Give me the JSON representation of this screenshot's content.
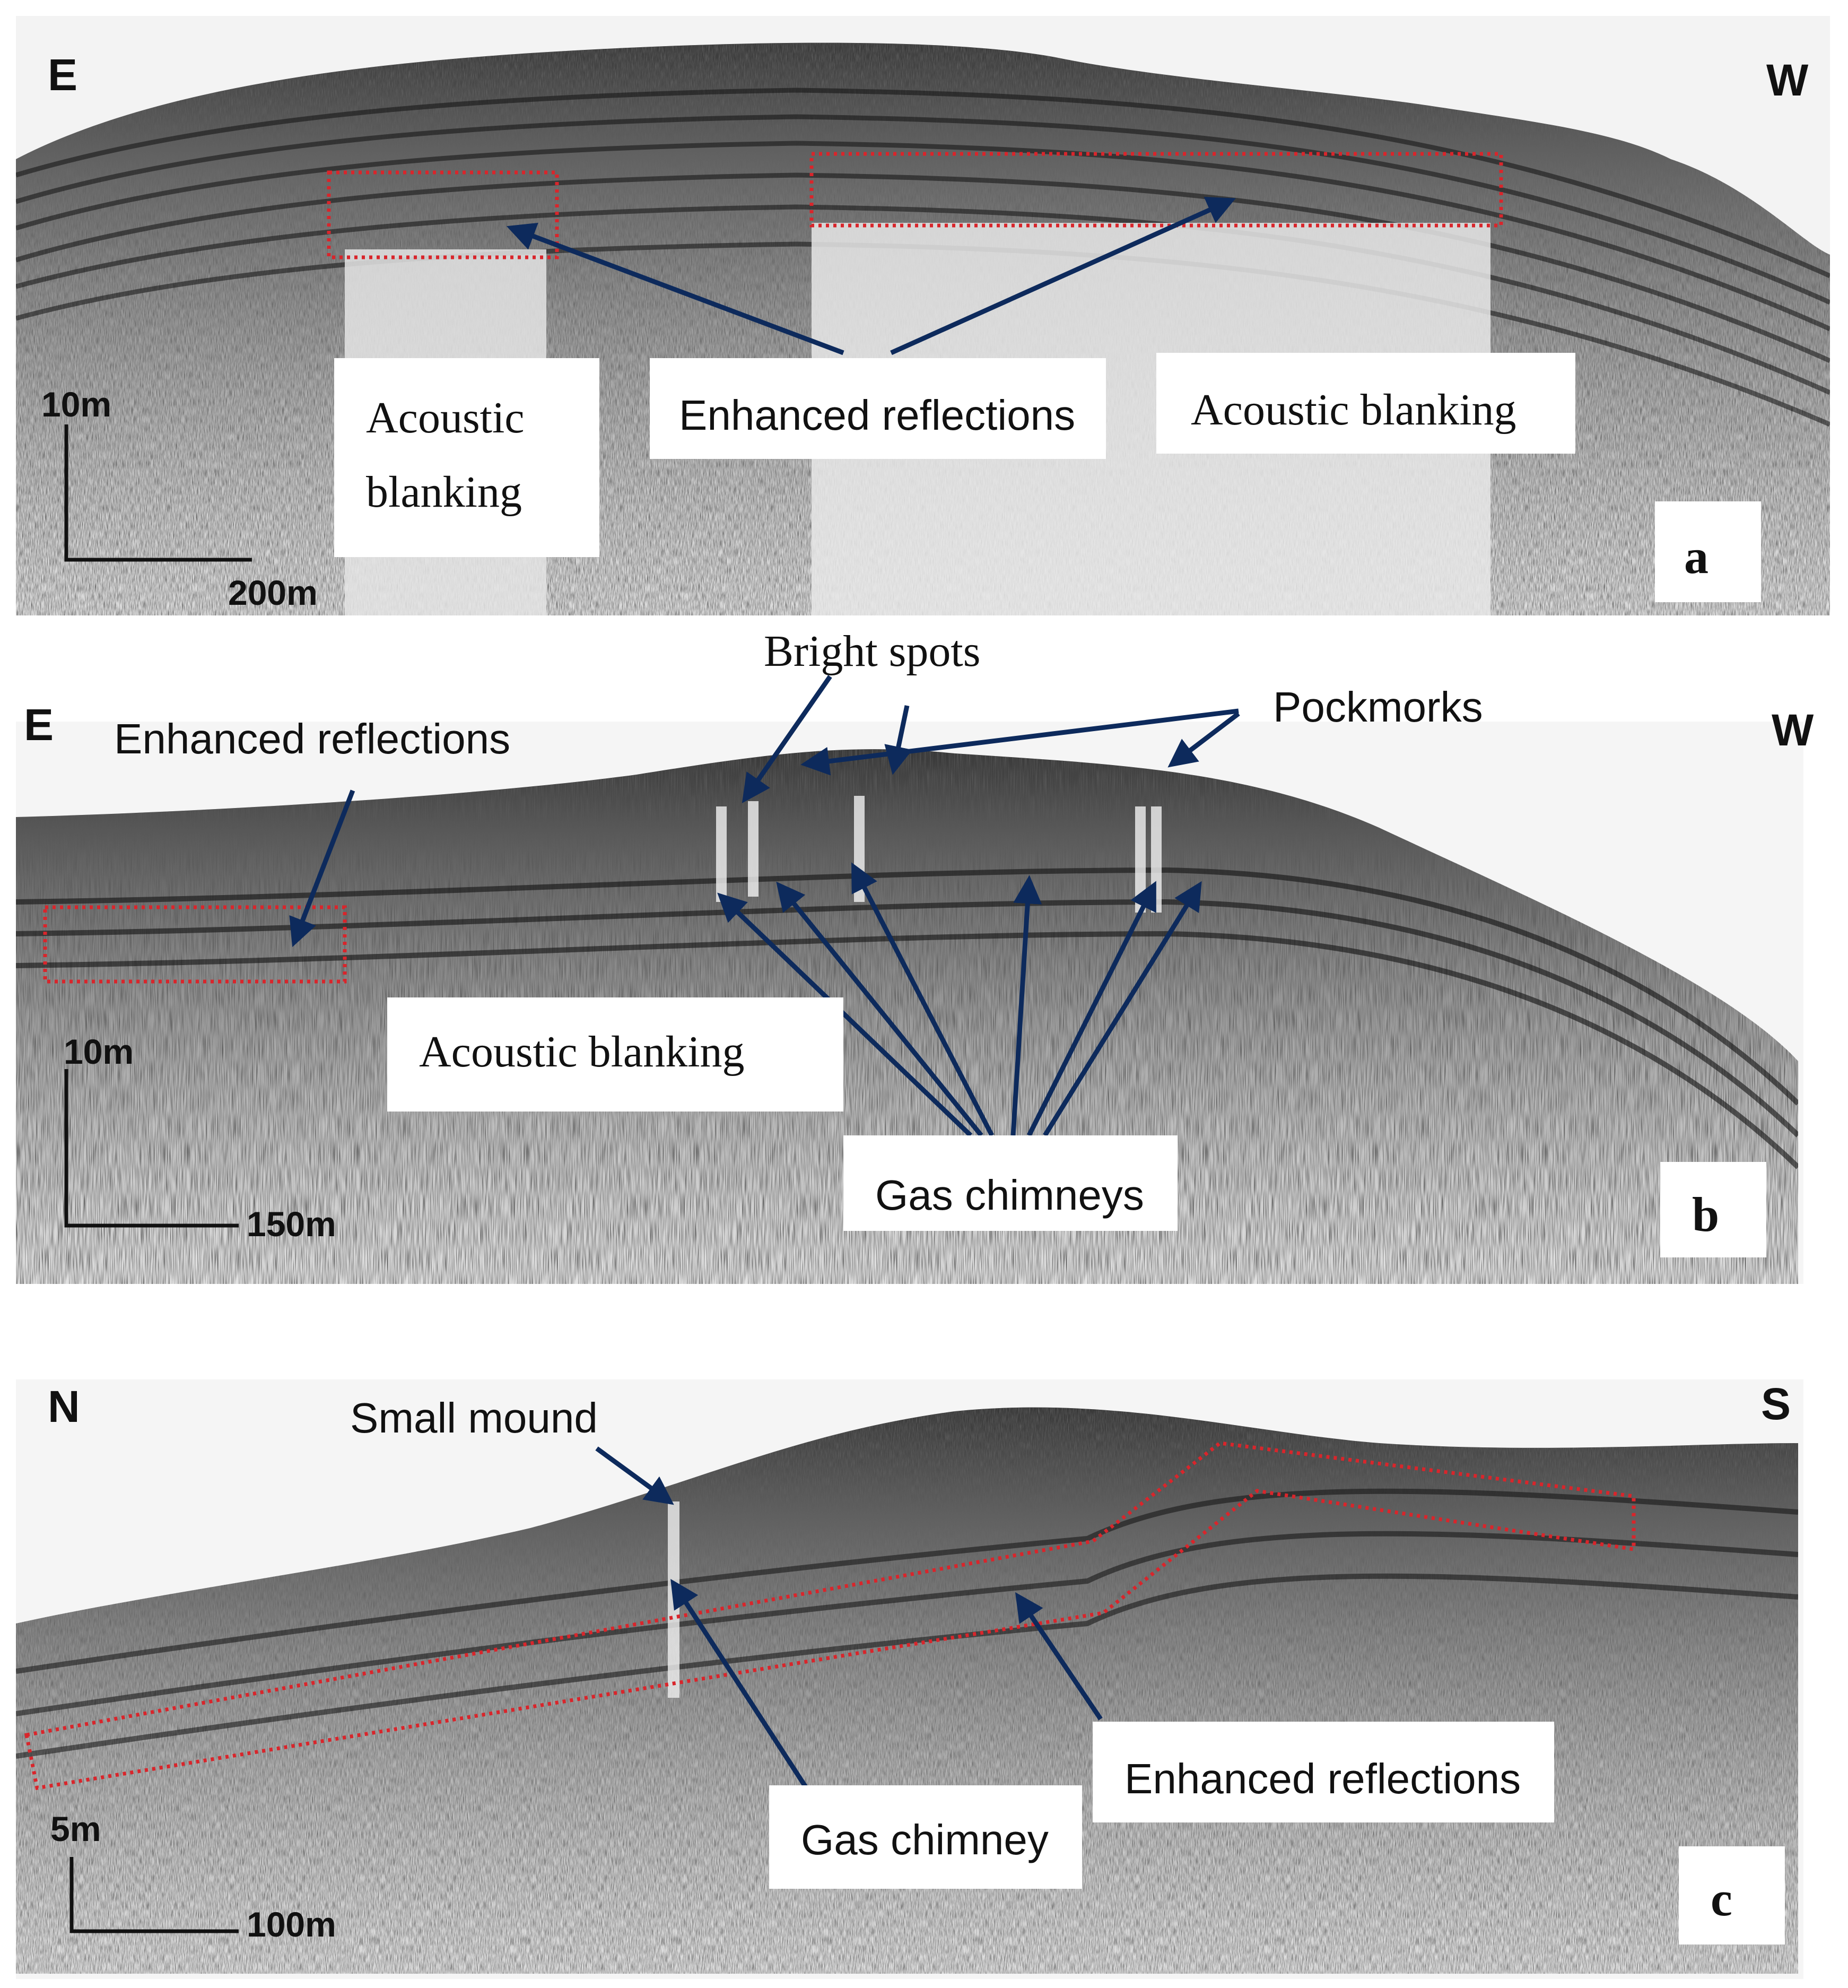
{
  "panels": [
    {
      "id": "a",
      "left_direction": "E",
      "right_direction": "W",
      "scale_vertical": "10m",
      "scale_horizontal": "200m",
      "labels": {
        "acoustic_blanking_left_line1": "Acoustic",
        "acoustic_blanking_left_line2": "blanking",
        "enhanced_reflections": "Enhanced reflections",
        "acoustic_blanking_right": "Acoustic blanking"
      },
      "panel_letter": "a"
    },
    {
      "id": "b",
      "left_direction": "E",
      "right_direction": "W",
      "scale_vertical": "10m",
      "scale_horizontal": "150m",
      "labels": {
        "enhanced_reflections": "Enhanced reflections",
        "bright_spots": "Bright spots",
        "pockmorks": "Pockmorks",
        "acoustic_blanking": "Acoustic blanking",
        "gas_chimneys": "Gas chimneys"
      },
      "panel_letter": "b"
    },
    {
      "id": "c",
      "left_direction": "N",
      "right_direction": "S",
      "scale_vertical": "5m",
      "scale_horizontal": "100m",
      "labels": {
        "small_mound": "Small mound",
        "gas_chimney": "Gas chimney",
        "enhanced_reflections": "Enhanced reflections"
      },
      "panel_letter": "c"
    }
  ],
  "colors": {
    "arrow": "#0d2a5c",
    "dotted_box": "#d9252b",
    "seismic_dark": "#1a1a1a",
    "seismic_light": "#d8d8d8"
  }
}
